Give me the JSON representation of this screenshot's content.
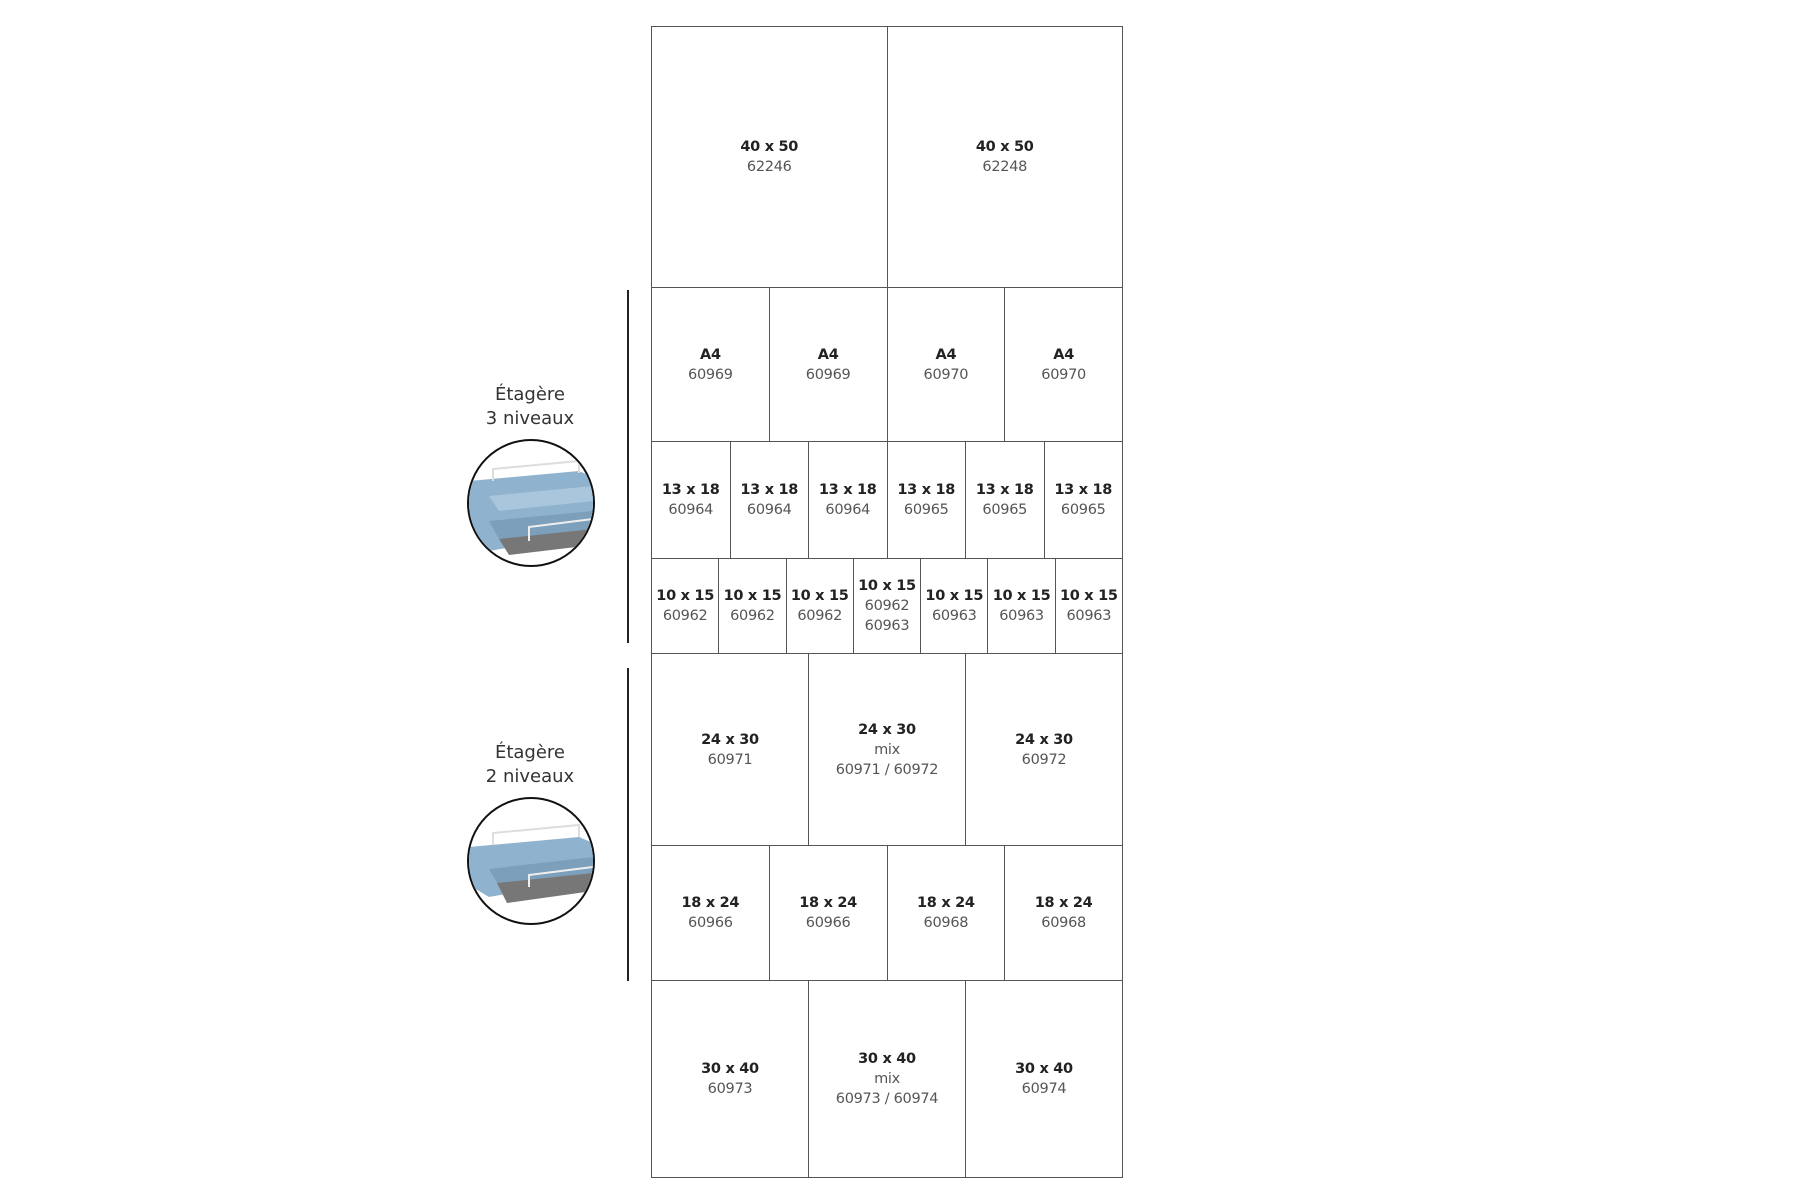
{
  "sections": [
    {
      "title_line1": "Étagère",
      "title_line2": "3 niveaux",
      "icon": "shelf-3-levels-image"
    },
    {
      "title_line1": "Étagère",
      "title_line2": "2 niveaux",
      "icon": "shelf-2-levels-image"
    }
  ],
  "rows": [
    {
      "cells": [
        {
          "size": "40 x 50",
          "refs": [
            "62246"
          ]
        },
        {
          "size": "40 x 50",
          "refs": [
            "62248"
          ]
        }
      ]
    },
    {
      "cells": [
        {
          "size": "A4",
          "refs": [
            "60969"
          ]
        },
        {
          "size": "A4",
          "refs": [
            "60969"
          ]
        },
        {
          "size": "A4",
          "refs": [
            "60970"
          ]
        },
        {
          "size": "A4",
          "refs": [
            "60970"
          ]
        }
      ]
    },
    {
      "cells": [
        {
          "size": "13 x 18",
          "refs": [
            "60964"
          ]
        },
        {
          "size": "13 x 18",
          "refs": [
            "60964"
          ]
        },
        {
          "size": "13 x 18",
          "refs": [
            "60964"
          ]
        },
        {
          "size": "13 x 18",
          "refs": [
            "60965"
          ]
        },
        {
          "size": "13 x 18",
          "refs": [
            "60965"
          ]
        },
        {
          "size": "13 x 18",
          "refs": [
            "60965"
          ]
        }
      ]
    },
    {
      "cells": [
        {
          "size": "10 x 15",
          "refs": [
            "60962"
          ]
        },
        {
          "size": "10 x 15",
          "refs": [
            "60962"
          ]
        },
        {
          "size": "10 x 15",
          "refs": [
            "60962"
          ]
        },
        {
          "size": "10 x 15",
          "refs": [
            "60962",
            "60963"
          ]
        },
        {
          "size": "10 x 15",
          "refs": [
            "60963"
          ]
        },
        {
          "size": "10 x 15",
          "refs": [
            "60963"
          ]
        },
        {
          "size": "10 x 15",
          "refs": [
            "60963"
          ]
        }
      ]
    },
    {
      "cells": [
        {
          "size": "24 x 30",
          "refs": [
            "60971"
          ]
        },
        {
          "size": "24 x 30",
          "refs": [
            "mix",
            "60971 / 60972"
          ]
        },
        {
          "size": "24 x 30",
          "refs": [
            "60972"
          ]
        }
      ]
    },
    {
      "cells": [
        {
          "size": "18 x 24",
          "refs": [
            "60966"
          ]
        },
        {
          "size": "18 x 24",
          "refs": [
            "60966"
          ]
        },
        {
          "size": "18 x 24",
          "refs": [
            "60968"
          ]
        },
        {
          "size": "18 x 24",
          "refs": [
            "60968"
          ]
        }
      ]
    },
    {
      "cells": [
        {
          "size": "30 x 40",
          "refs": [
            "60973"
          ]
        },
        {
          "size": "30 x 40",
          "refs": [
            "mix",
            "60973 / 60974"
          ]
        },
        {
          "size": "30 x 40",
          "refs": [
            "60974"
          ]
        }
      ]
    }
  ]
}
